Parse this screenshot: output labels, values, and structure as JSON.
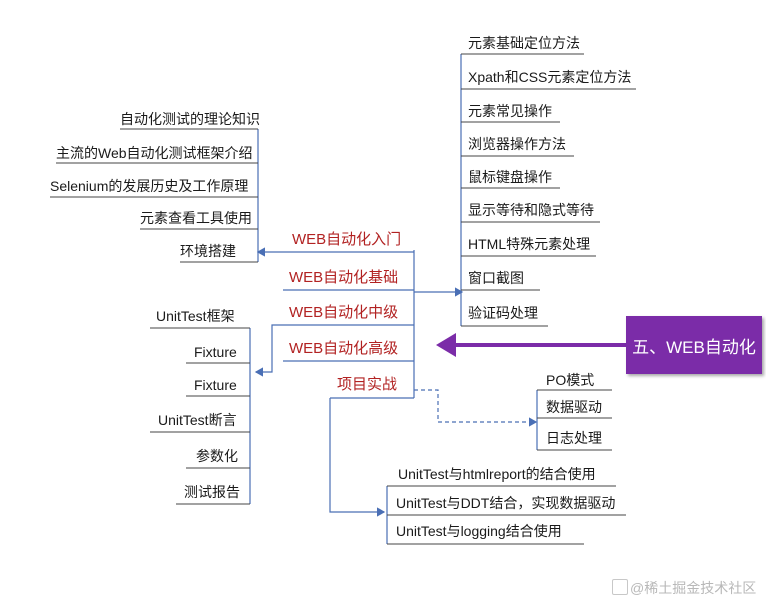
{
  "root": {
    "label": "五、WEB自动化"
  },
  "branches": {
    "intro": {
      "label": "WEB自动化入门"
    },
    "basic": {
      "label": "WEB自动化基础"
    },
    "mid": {
      "label": "WEB自动化中级"
    },
    "adv": {
      "label": "WEB自动化高级"
    },
    "project": {
      "label": "项目实战"
    }
  },
  "intro_items": [
    "自动化测试的理论知识",
    "主流的Web自动化测试框架介绍",
    "Selenium的发展历史及工作原理",
    "元素查看工具使用",
    "环境搭建"
  ],
  "basic_items": [
    "元素基础定位方法",
    "Xpath和CSS元素定位方法",
    "元素常见操作",
    "浏览器操作方法",
    "鼠标键盘操作",
    "显示等待和隐式等待",
    "HTML特殊元素处理",
    "窗口截图",
    "验证码处理"
  ],
  "mid_items": [
    "UnitTest框架",
    "Fixture",
    "Fixture",
    "UnitTest断言",
    "参数化",
    "测试报告"
  ],
  "adv_items": [
    "PO模式",
    "数据驱动",
    "日志处理"
  ],
  "project_items": [
    "UnitTest与htmlreport的结合使用",
    "UnitTest与DDT结合，实现数据驱动",
    "UnitTest与logging结合使用"
  ],
  "colors": {
    "line": "#4a6fb5",
    "branch_text": "#b22222",
    "root_bg": "#7b2ca8",
    "root_arrow": "#7b2ca8"
  },
  "watermark": "@稀土掘金技术社区"
}
